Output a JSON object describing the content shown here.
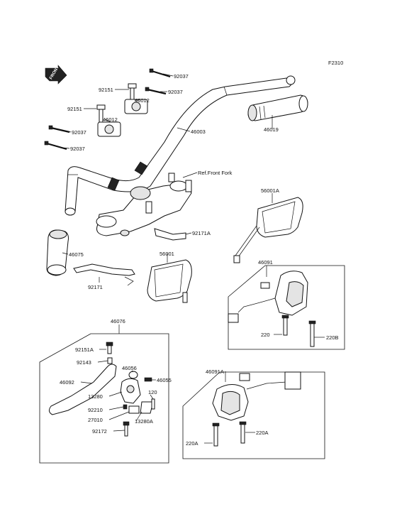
{
  "figure_code": "F2310",
  "front_badge": "FRONT",
  "labels": {
    "l92037a": "92037",
    "l92037b": "92037",
    "l92037c": "92037",
    "l92037d": "92037",
    "l92151a": "92151",
    "l92151b": "92151",
    "l46012a": "46012",
    "l46012b": "46012",
    "l46003": "46003",
    "l46019": "46019",
    "lref": "Ref.Front Fork",
    "l56001A": "56001A",
    "l92171A": "92171A",
    "l46075": "46075",
    "l92171": "92171",
    "l56001": "56001",
    "l46091": "46091",
    "l220": "220",
    "l220B": "220B",
    "l46076": "46076",
    "l92151A": "92151A",
    "l92143": "92143",
    "l46056": "46056",
    "l46055": "46055",
    "l46092": "46092",
    "l13280": "13280",
    "l120": "120",
    "l92210": "92210",
    "l27010": "27010",
    "l13280A": "13280A",
    "l92172": "92172",
    "l46091A": "46091A",
    "l220Aa": "220A",
    "l220Ab": "220A"
  }
}
